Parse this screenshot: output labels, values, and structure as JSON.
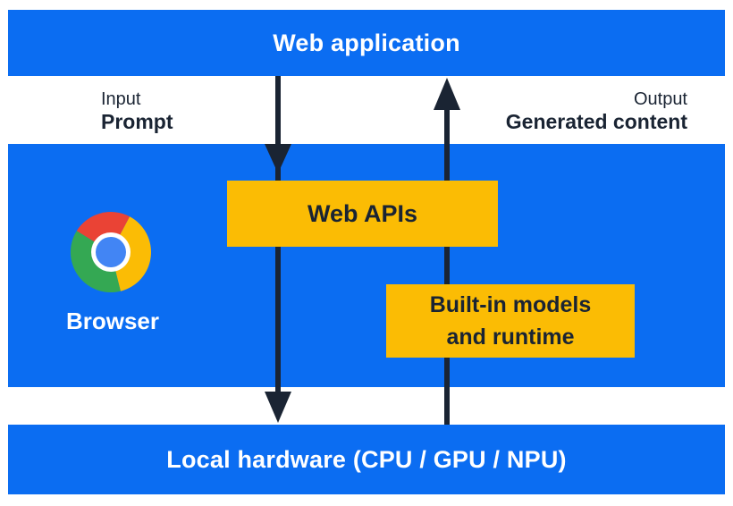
{
  "colors": {
    "blue": "#0b6df2",
    "yellow": "#fbbc04",
    "ink": "#1a2433",
    "white": "#ffffff",
    "chrome_red": "#ea4335",
    "chrome_yellow": "#fbbc05",
    "chrome_green": "#34a853",
    "chrome_blue": "#4285f4"
  },
  "top_bar": {
    "label": "Web application"
  },
  "flow": {
    "input_title": "Input",
    "input_value": "Prompt",
    "output_title": "Output",
    "output_value": "Generated content"
  },
  "browser": {
    "label": "Browser",
    "logo": "chrome-logo"
  },
  "boxes": {
    "web_apis": {
      "label": "Web APIs"
    },
    "builtin": {
      "line1": "Built-in models",
      "line2": "and runtime"
    }
  },
  "bottom_bar": {
    "label": "Local hardware (CPU / GPU / NPU)"
  }
}
